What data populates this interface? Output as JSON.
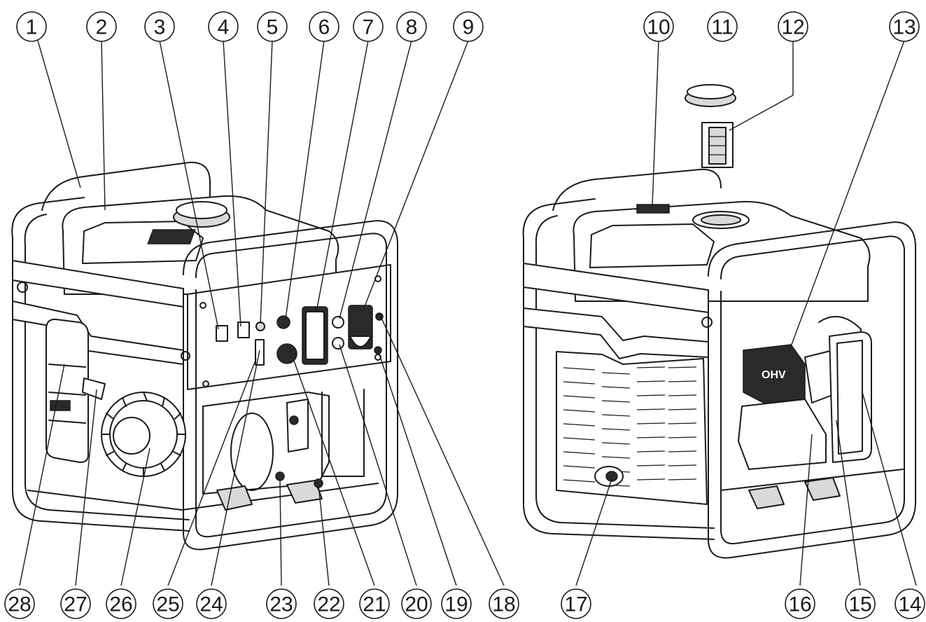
{
  "diagram": {
    "callouts": [
      "1",
      "2",
      "3",
      "4",
      "5",
      "6",
      "7",
      "8",
      "9",
      "10",
      "11",
      "12",
      "13",
      "14",
      "15",
      "16",
      "17",
      "18",
      "19",
      "20",
      "21",
      "22",
      "23",
      "24",
      "25",
      "26",
      "27",
      "28"
    ],
    "engine_label": "OHV"
  }
}
